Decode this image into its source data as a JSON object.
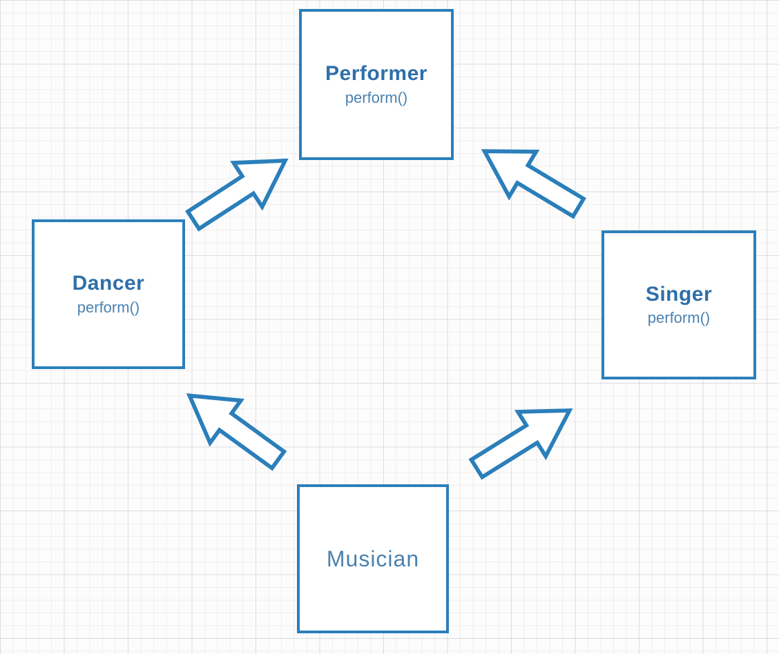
{
  "diagram": {
    "type": "class-inheritance-diagram",
    "nodes": [
      {
        "id": "performer",
        "title": "Performer",
        "method": "perform()"
      },
      {
        "id": "dancer",
        "title": "Dancer",
        "method": "perform()"
      },
      {
        "id": "singer",
        "title": "Singer",
        "method": "perform()"
      },
      {
        "id": "musician",
        "title": "Musician"
      }
    ],
    "edges": [
      {
        "from": "Dancer",
        "to": "Performer",
        "direction": "up-right"
      },
      {
        "from": "Singer",
        "to": "Performer",
        "direction": "up-left"
      },
      {
        "from": "Musician",
        "to": "Dancer",
        "direction": "up-left"
      },
      {
        "from": "Musician",
        "to": "Singer",
        "direction": "up-right"
      }
    ],
    "colors": {
      "node_border": "#2b7fba",
      "node_fill": "#ffffff",
      "class_name_text": "#2d6fa9",
      "method_text": "#4a82b0",
      "arrow_outline": "#2b7fba",
      "arrow_fill": "#ffffff",
      "background": "#fdfcfc"
    }
  }
}
